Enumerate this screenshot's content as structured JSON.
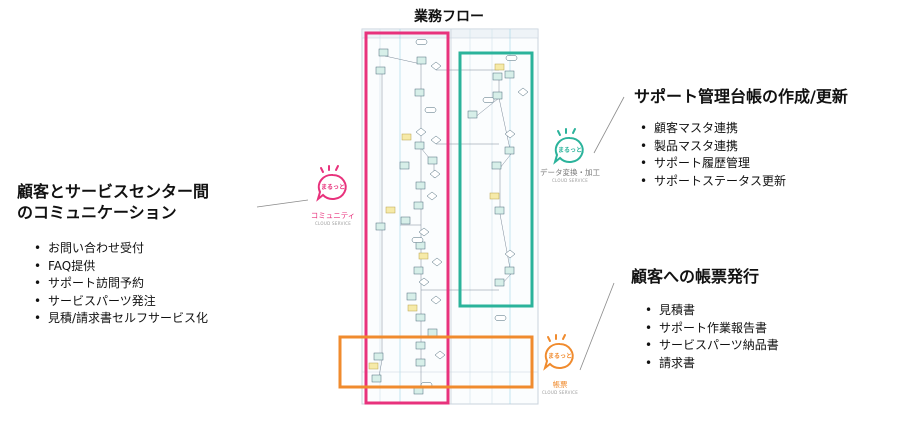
{
  "flow_title": "業務フロー",
  "left_section": {
    "heading_line1": "顧客とサービスセンター間",
    "heading_line2": "のコミュニケーション",
    "items": [
      "お問い合わせ受付",
      "FAQ提供",
      "サポート訪問予約",
      "サービスパーツ発注",
      "見積/請求書セルフサービス化"
    ]
  },
  "right_top_section": {
    "heading": "サポート管理台帳の作成/更新",
    "items": [
      "顧客マスタ連携",
      "製品マスタ連携",
      "サポート履歴管理",
      "サポートステータス更新"
    ]
  },
  "right_bottom_section": {
    "heading": "顧客への帳票発行",
    "items": [
      "見積書",
      "サポート作業報告書",
      "サービスパーツ納品書",
      "請求書"
    ]
  },
  "badges": {
    "community": {
      "logo": "まるっと",
      "label": "コミュニティ",
      "sub": "CLOUD SERVICE",
      "color": "#e8327c"
    },
    "data": {
      "logo": "まるっと",
      "label": "データ変換・加工",
      "sub": "CLOUD SERVICE",
      "color": "#2bb39b"
    },
    "forms": {
      "logo": "まるっと",
      "label": "帳票",
      "sub": "CLOUD SERVICE",
      "color": "#f08b2e"
    }
  },
  "colors": {
    "pink": "#e8327c",
    "teal": "#2bb39b",
    "orange": "#f08b2e"
  }
}
